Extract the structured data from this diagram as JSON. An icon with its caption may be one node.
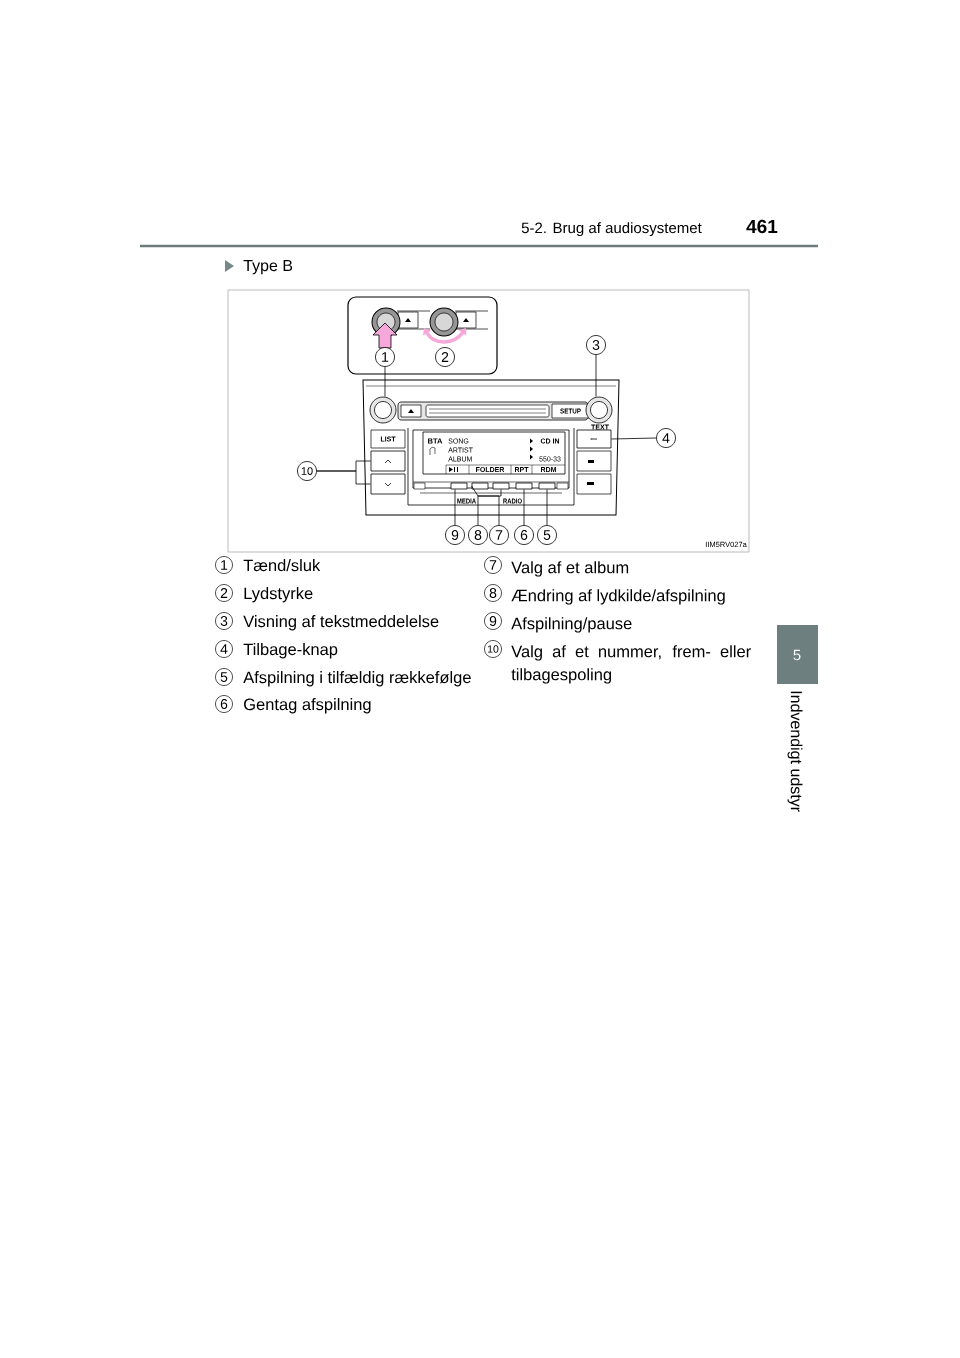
{
  "diagram": {
    "nodes": [
      {
        "text": [
          "1"
        ]
      },
      {
        "text": [
          "2"
        ]
      },
      {
        "text": [
          "3"
        ]
      },
      {
        "text": [
          "4"
        ]
      },
      {
        "text": [
          "5"
        ]
      },
      {
        "text": [
          "6"
        ]
      },
      {
        "text": [
          "7"
        ]
      },
      {
        "text": [
          "8"
        ]
      },
      {
        "text": [
          "9"
        ]
      },
      {
        "text": [
          "10"
        ]
      },
      {
        "text": [],
        "shape": "circle"
      },
      {
        "text": [],
        "shape": "circle"
      },
      {
        "text": [],
        "shape": "box"
      },
      {
        "text": [],
        "shape": "box"
      },
      {
        "text": [],
        "shape": "box"
      },
      {
        "text": [],
        "shape": "box"
      },
      {
        "text": [],
        "shape": "box"
      },
      {
        "text": [],
        "shape": "box"
      },
      {
        "text": [],
        "shape": "box"
      },
      {
        "text": [],
        "shape": "box"
      }
    ],
    "edges": [
      {
        "from": 0,
        "to": 10,
        "arrow": "none"
      },
      {
        "from": 2,
        "to": 11,
        "arrow": "none"
      },
      {
        "from": 3,
        "to": 12,
        "arrow": "none"
      },
      {
        "from": 4,
        "to": 19,
        "arrow": "none"
      },
      {
        "from": 5,
        "to": 18,
        "arrow": "none"
      },
      {
        "from": 6,
        "to": 17,
        "arrow": "none"
      },
      {
        "from": 7,
        "to": 16,
        "arrow": "none"
      },
      {
        "from": 8,
        "to": 15,
        "arrow": "none"
      },
      {
        "from": 9,
        "to": 13,
        "arrow": "none"
      },
      {
        "from": 9,
        "to": 14,
        "arrow": "none"
      }
    ],
    "labels": [
      "5-2. Brug af audiosystemet",
      "461",
      "Type B",
      "LIST",
      "SETUP",
      "TEXT",
      "BTA",
      "SONG",
      "ARTIST",
      "ALBUM",
      "CD IN",
      "550-33",
      "FOLDER",
      "RPT",
      "RDM",
      "MEDIA",
      "RADIO",
      "IIM5RV027a",
      "1",
      "Tænd/sluk",
      "7",
      "Valg af et album",
      "2",
      "Lydstyrke",
      "8",
      "Ændring af lydkilde/afspilning",
      "3",
      "Visning af tekstmeddelelse",
      "9",
      "Afspilning/pause",
      "4",
      "Tilbage-knap",
      "10",
      "Valg af et nummer, frem- eller tilbagespoling",
      "5",
      "Afspilning i tilfældig rækkefølge",
      "6",
      "Gentag afspilning",
      "5",
      "Indvendigt udstyr"
    ]
  }
}
